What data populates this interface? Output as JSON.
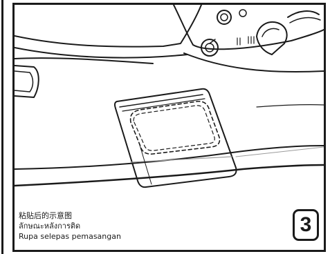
{
  "caption": {
    "line_zh": "粘贴后的示意图",
    "line_th": "ลักษณะหลังการติด",
    "line_id": "Rupa selepas pemasangan"
  },
  "step": {
    "number": "3"
  },
  "colors": {
    "line": "#1a1a1a",
    "paper": "#ffffff",
    "faint": "#9a9a9a"
  },
  "icons": {
    "illustration": "vehicle-interior-sticker-installed-drawing"
  }
}
